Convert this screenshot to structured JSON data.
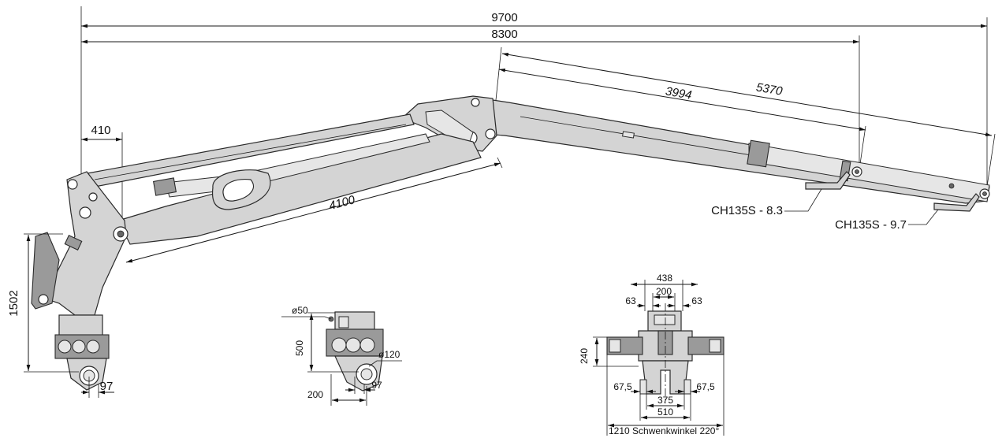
{
  "dimensions": {
    "total_reach": "9700",
    "reach_8300": "8300",
    "extension_3994": "3994",
    "extension_5370": "5370",
    "offset_410": "410",
    "inner_boom": "4100",
    "column_height": "1502",
    "base_97_left": "97",
    "pin_50": "ø50",
    "pin_120": "ø120",
    "height_500": "500",
    "width_200": "200",
    "base_97_mid": "97",
    "top_438": "438",
    "top_200": "200",
    "top_63_left": "63",
    "top_63_right": "63",
    "height_240": "240",
    "side_67_5_left": "67,5",
    "side_67_5_right": "67,5",
    "width_375": "375",
    "width_510": "510",
    "base_width": "1210",
    "slew_label": "Schwenkwinkel",
    "slew_angle": "220°"
  },
  "callouts": {
    "ch135s_83": "CH135S - 8.3",
    "ch135s_97": "CH135S - 9.7"
  }
}
